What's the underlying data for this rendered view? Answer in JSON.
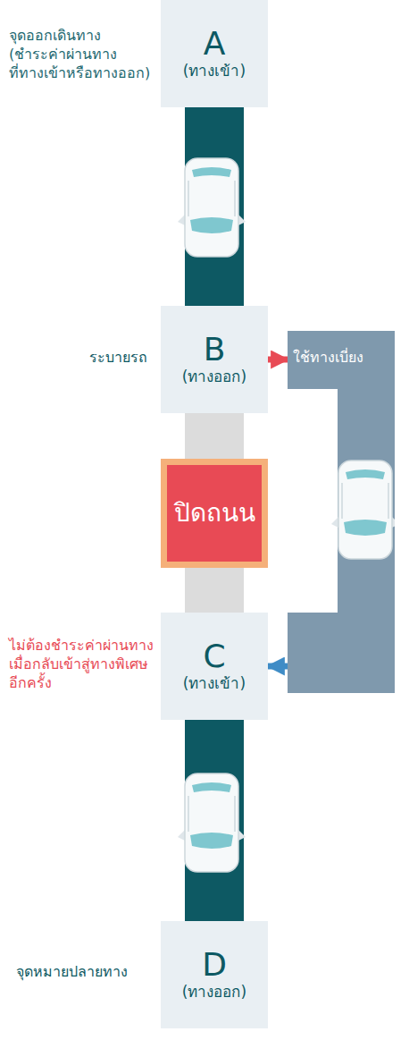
{
  "diagram": {
    "nodes": [
      {
        "text": [
          "A",
          "(ทางเข้า)"
        ]
      },
      {
        "text": [
          "B",
          "(ทางออก)"
        ]
      },
      {
        "text": [
          "ใช้ทางเบี่ยง"
        ]
      },
      {
        "text": [
          "ปิดถนน"
        ]
      },
      {
        "text": [
          "C",
          "(ทางเข้า)"
        ]
      },
      {
        "text": [
          "D",
          "(ทางออก)"
        ]
      }
    ],
    "edges": [
      {
        "from": 1,
        "to": 2,
        "arrow": "to"
      },
      {
        "from": 2,
        "to": 4,
        "arrow": "to"
      }
    ],
    "labels": [
      "จุดออกเดินทาง (ชำระค่าผ่านทาง ที่ทางเข้าหรือทางออก)",
      "ระบายรถ",
      "ไม่ต้องชำระค่าผ่านทาง เมื่อกลับเข้าสู่ทางพิเศษ อีกครั้ง",
      "จุดหมายปลายทาง"
    ]
  }
}
